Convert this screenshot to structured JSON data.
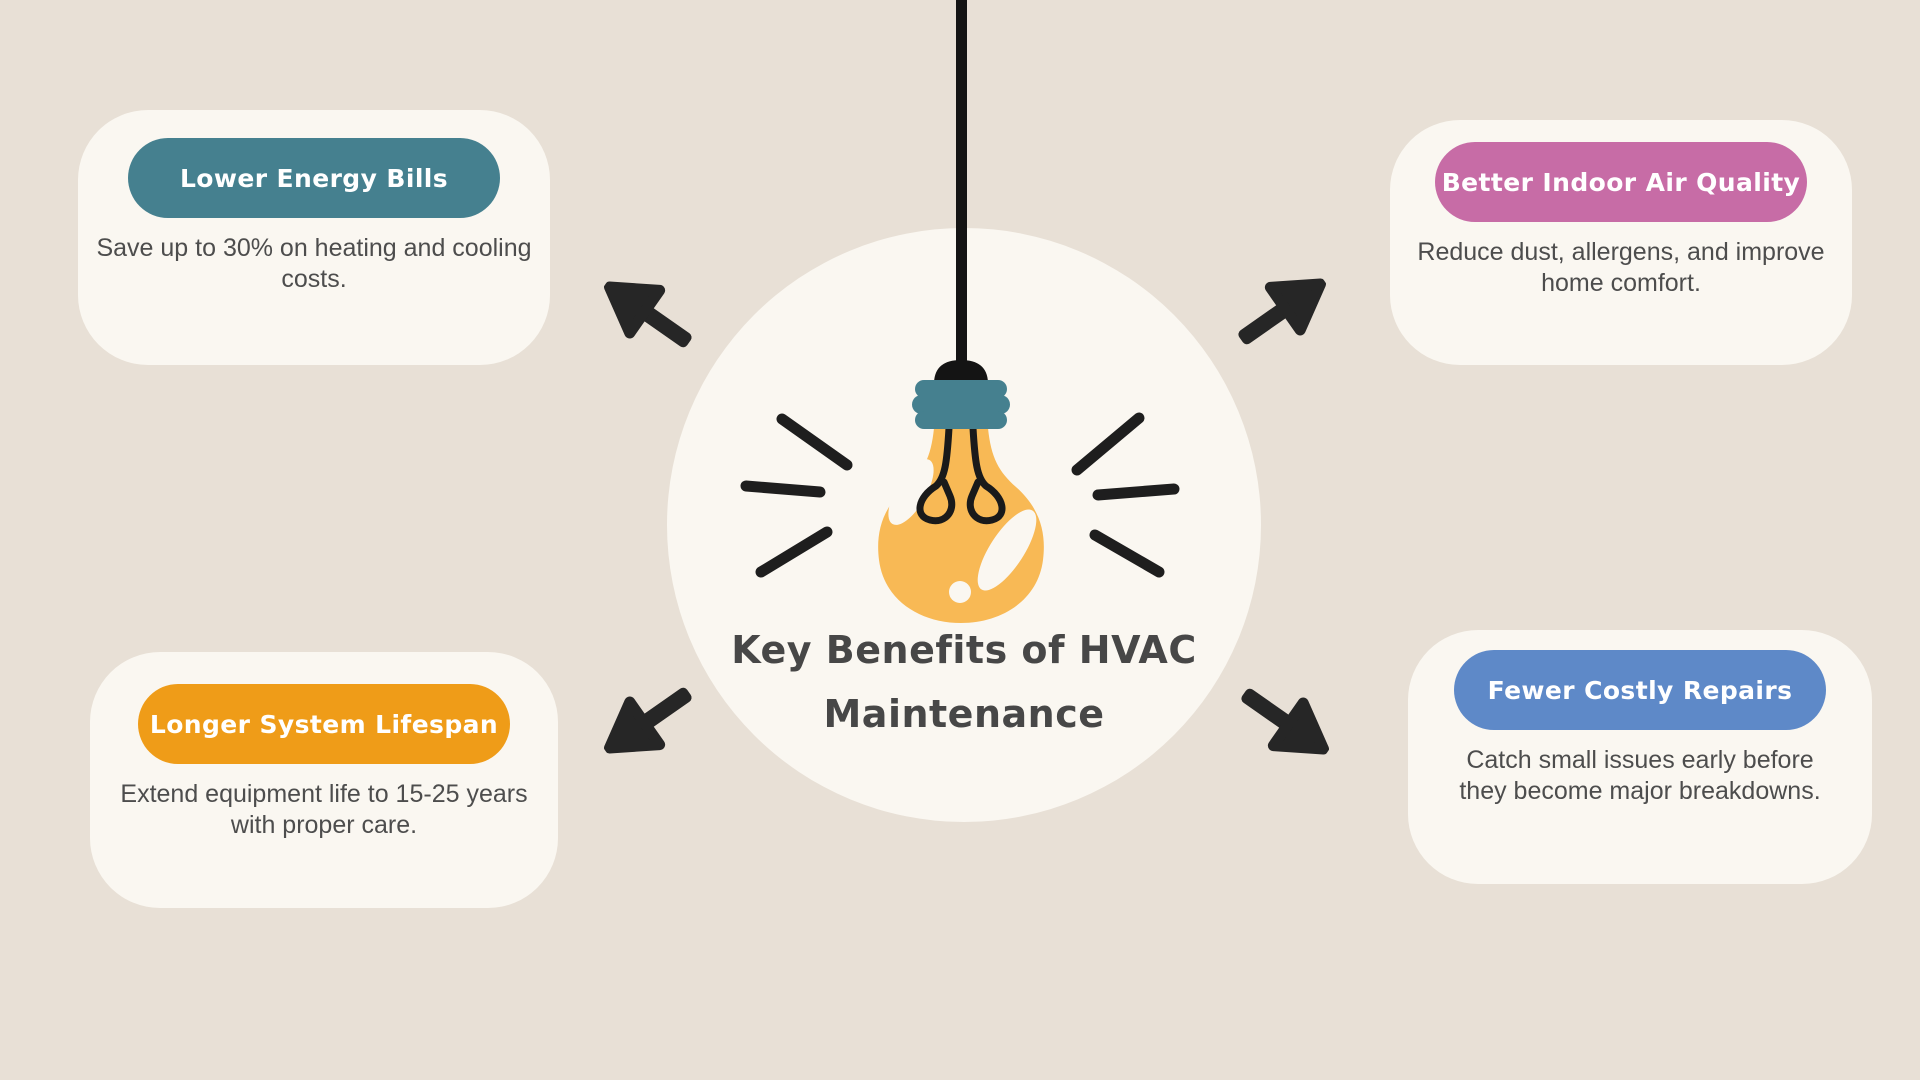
{
  "background_color": "#E8E0D6",
  "ink_color": "#262626",
  "center": {
    "title_line1": "Key Benefits of HVAC",
    "title_line2": "Maintenance",
    "icon": "hanging-lightbulb-icon",
    "circle_color": "#FAF7F1",
    "bulb_color": "#F8B955",
    "cap_color": "#45808F",
    "title_color": "#474747"
  },
  "cards": [
    {
      "position": "top-left",
      "label": "Lower Energy Bills",
      "description": "Save up to 30% on heating and cooling costs.",
      "pill_color": "#45808F"
    },
    {
      "position": "top-right",
      "label": "Better Indoor Air Quality",
      "description": "Reduce dust, allergens, and improve home comfort.",
      "pill_color": "#C76CA6"
    },
    {
      "position": "bottom-left",
      "label": "Longer System Lifespan",
      "description": "Extend equipment life to 15-25 years with proper care.",
      "pill_color": "#EF9C18"
    },
    {
      "position": "bottom-right",
      "label": "Fewer Costly Repairs",
      "description": "Catch small issues early before they become major breakdowns.",
      "pill_color": "#5E89C8"
    }
  ],
  "text_colors": {
    "body": "#4D4D4D",
    "pill_label": "#FFFFFF"
  }
}
